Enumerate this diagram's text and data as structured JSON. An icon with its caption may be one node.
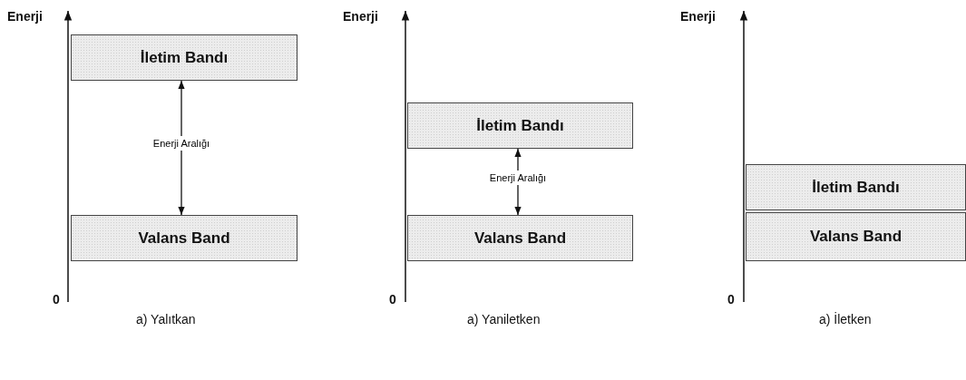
{
  "diagram": {
    "nodes": [
      {
        "text": [
          "İletim Bandı"
        ]
      },
      {
        "text": [
          "Valans Band"
        ]
      },
      {
        "text": [
          "İletim Bandı"
        ]
      },
      {
        "text": [
          "Valans Band"
        ]
      },
      {
        "text": [
          "İletim Bandı"
        ]
      },
      {
        "text": [
          "Valans Band"
        ]
      }
    ],
    "edges": [
      {
        "from": 1,
        "to": 0,
        "arrow": "both",
        "label": "Enerji Aralığı"
      },
      {
        "from": 3,
        "to": 2,
        "arrow": "both",
        "label": "Enerji Aralığı"
      }
    ],
    "labels": [
      "Enerji",
      "Enerji",
      "Enerji",
      "0",
      "0",
      "0",
      "a) Yalıtkan",
      "a) Yaniletken",
      "a) İletken"
    ]
  }
}
